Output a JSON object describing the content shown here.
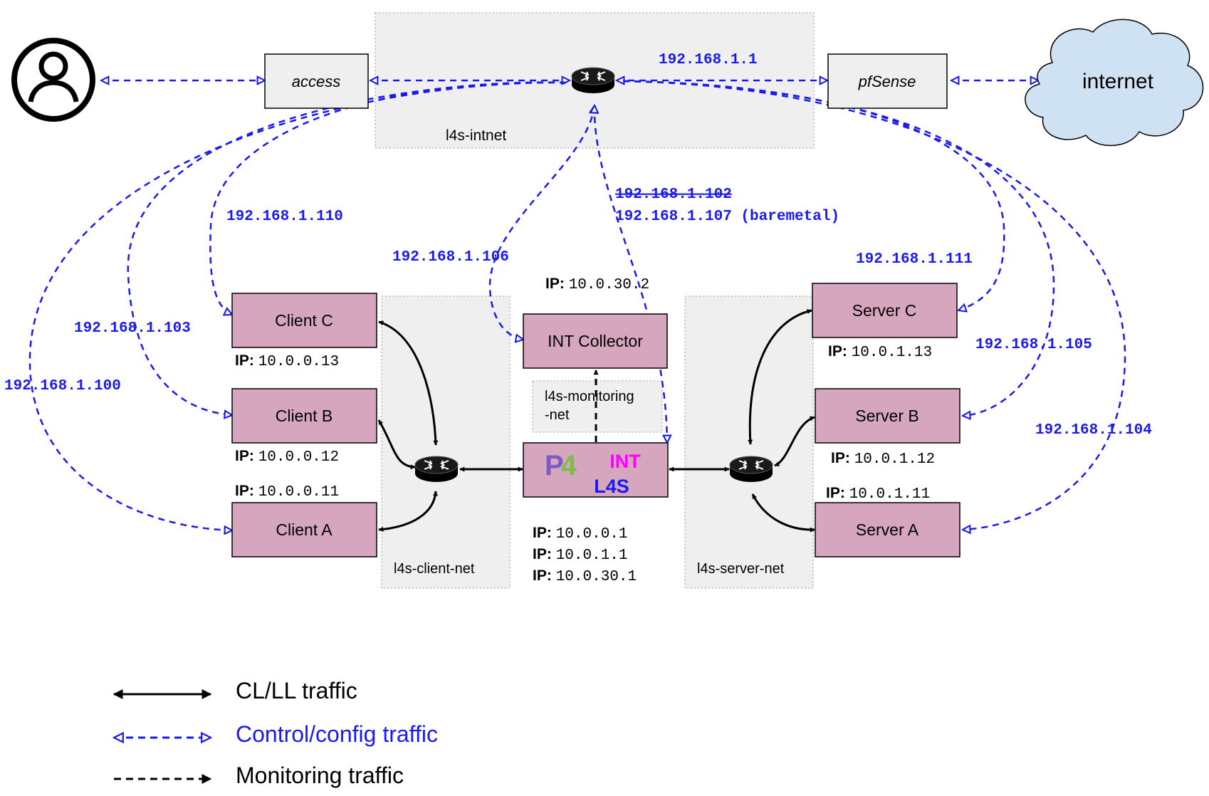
{
  "colors": {
    "control": "#1a1af0",
    "data": "#000000",
    "node_fill": "#d5a6bd",
    "gateway_fill": "#efefef",
    "zone_fill": "#efefef",
    "zone_border": "#b7b7b7",
    "cloud_fill": "#cfe2f3",
    "int_magenta": "#ff00ff",
    "p4_purple": "#7b5cc2",
    "p4_green": "#7ac142"
  },
  "zones": {
    "intnet": "l4s-intnet",
    "client_net": "l4s-client-net",
    "server_net": "l4s-server-net",
    "monitoring_net_l1": "l4s-monitoring",
    "monitoring_net_l2": "-net"
  },
  "nodes": {
    "access": "access",
    "pfsense": "pfSense",
    "internet": "internet",
    "client_c": "Client C",
    "client_b": "Client B",
    "client_a": "Client A",
    "server_c": "Server C",
    "server_b": "Server B",
    "server_a": "Server A",
    "int_collector": "INT Collector",
    "switch_p4": "P4",
    "switch_int": "INT",
    "switch_l4s": "L4S"
  },
  "icons": {
    "user": "user-icon",
    "router": "router-icon",
    "cloud": "cloud-icon"
  },
  "ip_prefix": "IP:",
  "ips": {
    "client_c": "10.0.0.13",
    "client_b": "10.0.0.12",
    "client_a": "10.0.0.11",
    "server_c": "10.0.1.13",
    "server_b": "10.0.1.12",
    "server_a": "10.0.1.11",
    "collector": "10.0.30.2",
    "switch_1": "10.0.0.1",
    "switch_2": "10.0.1.1",
    "switch_3": "10.0.30.1"
  },
  "mgmt_ips": {
    "gateway": "192.168.1.1",
    "client_c": "192.168.1.110",
    "client_b": "192.168.1.103",
    "client_a": "192.168.1.100",
    "collector": "192.168.1.106",
    "switch_old": "192.168.1.102",
    "switch_new": "192.168.1.107 (baremetal)",
    "server_c": "192.168.1.111",
    "server_b": "192.168.1.105",
    "server_a": "192.168.1.104"
  },
  "legend": {
    "data": "CL/LL traffic",
    "control": "Control/config traffic",
    "monitoring": "Monitoring traffic"
  }
}
